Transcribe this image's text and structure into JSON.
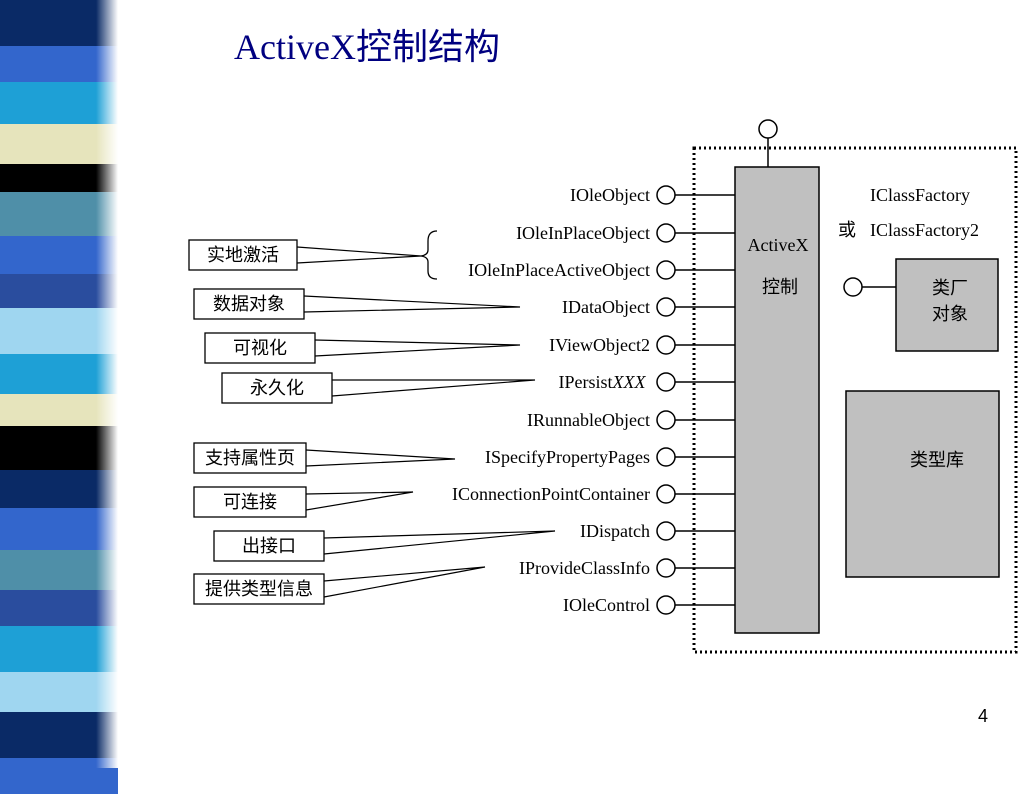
{
  "title": "ActiveX控制结构",
  "page_number": "4",
  "colors": {
    "title": "#000080",
    "box_fill": "#c0c0c0",
    "stroke": "#000000",
    "decoration": [
      "#0a2a66",
      "#3366cc",
      "#1ea0d6",
      "#e6e4bc",
      "#000000",
      "#4f8fa8",
      "#2a4d9e",
      "#9fd6f0"
    ]
  },
  "interfaces": [
    {
      "label": "IOleObject"
    },
    {
      "label": "IOleInPlaceObject"
    },
    {
      "label": "IOleInPlaceActiveObject"
    },
    {
      "label": "IDataObject"
    },
    {
      "label": "IViewObject2"
    },
    {
      "label": "IPersist",
      "label_italic": "XXX"
    },
    {
      "label": "IRunnableObject"
    },
    {
      "label": "ISpecifyPropertyPages"
    },
    {
      "label": "IConnectionPointContainer"
    },
    {
      "label": "IDispatch"
    },
    {
      "label": "IProvideClassInfo"
    },
    {
      "label": "IOleControl"
    }
  ],
  "categories": [
    {
      "label": "实地激活"
    },
    {
      "label": "数据对象"
    },
    {
      "label": "可视化"
    },
    {
      "label": "永久化"
    },
    {
      "label": "支持属性页"
    },
    {
      "label": "可连接"
    },
    {
      "label": "出接口"
    },
    {
      "label": "提供类型信息"
    }
  ],
  "control_box": {
    "line1": "ActiveX",
    "line2": "控制"
  },
  "class_factory": {
    "label1": "IClassFactory",
    "or": "或",
    "label2": "IClassFactory2"
  },
  "factory_box": {
    "line1": "类厂",
    "line2": "对象"
  },
  "typelib_box": {
    "label": "类型库"
  }
}
